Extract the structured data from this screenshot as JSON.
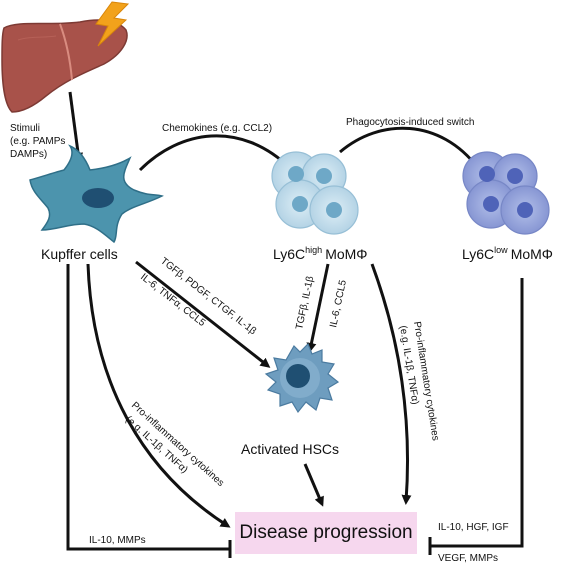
{
  "stimuli": {
    "line1": "Stimuli",
    "line2": "(e.g. PAMPs",
    "line3": "DAMPs)"
  },
  "chemokines_label": "Chemokines (e.g. CCL2)",
  "phagocytosis_label": "Phagocytosis-induced switch",
  "kupffer_label": "Kupffer cells",
  "ly6c_high": {
    "prefix": "Ly6C",
    "sup": "high",
    "suffix": "MoMΦ"
  },
  "ly6c_low": {
    "prefix": "Ly6C",
    "sup": "low",
    "suffix": "MoMΦ"
  },
  "kupffer_to_hsc": {
    "line1": "TGFβ, PDGF, CTGF, IL-1β",
    "line2": "IL-6, TNFα, CCL5"
  },
  "high_to_hsc": {
    "line1": "TGFβ, IL-1β",
    "line2": "IL-6, CCL5"
  },
  "high_to_disease": {
    "line1": "Pro-inflammatory cytokines",
    "line2": "(e.g. IL-1β, TNFα)"
  },
  "kupffer_to_disease": {
    "line1": "Pro-inflammatory cytokines",
    "line2": "(e.g. IL-1β, TNFα)"
  },
  "activated_hsc_label": "Activated HSCs",
  "kupffer_inhibit_label": "IL-10, MMPs",
  "low_inhibit": {
    "line1": "IL-10, HGF, IGF",
    "line2": "VEGF, MMPs"
  },
  "disease_label": "Disease progression",
  "colors": {
    "liver": "#a8524a",
    "lightning": "#f2a21b",
    "kupffer": "#4c94ad",
    "high_cell": "#c9e0ec",
    "low_cell": "#9aa9dc",
    "hsc": "#6e9dbf",
    "disease_box": "#f6d7ee"
  }
}
